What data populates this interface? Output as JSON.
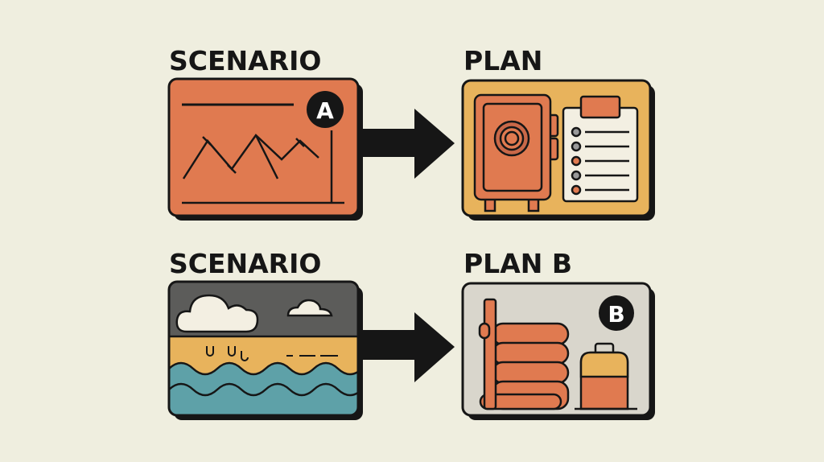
{
  "rows": [
    {
      "scenario_label": "SCENARIO",
      "badge": "A",
      "plan_label": "PLAN"
    },
    {
      "scenario_label": "SCENARIO",
      "badge": "B",
      "plan_label": "PLAN B"
    }
  ],
  "colors": {
    "background": "#efeedf",
    "orange": "#e07a50",
    "yellow": "#e8b35c",
    "gray_dark": "#5c5c5a",
    "teal": "#5ea1a8",
    "card_gray": "#d9d6cc",
    "ink": "#161616"
  }
}
